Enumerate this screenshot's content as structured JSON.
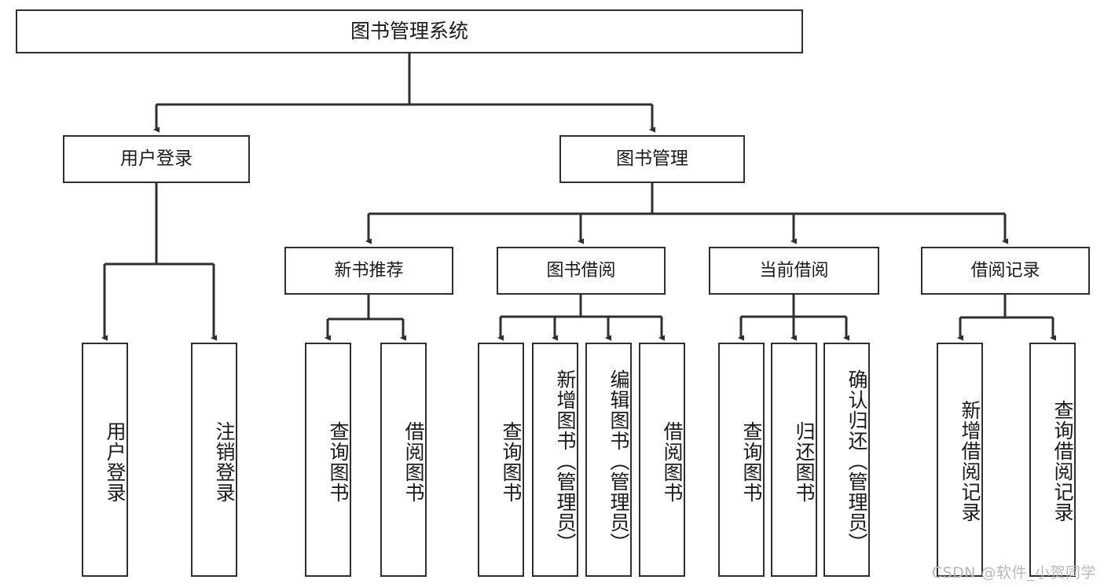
{
  "diagram": {
    "title": "图书管理系统",
    "type": "hierarchy-tree",
    "watermark": "CSDN @软件_小贺同学",
    "colors": {
      "stroke": "#2f2f2f",
      "text": "#1a1a1a",
      "background": "#ffffff",
      "watermark": "#b9b9b9"
    },
    "root": {
      "label": "图书管理系统"
    },
    "level1": [
      {
        "label": "用户登录"
      },
      {
        "label": "图书管理"
      }
    ],
    "level2": [
      {
        "label": "新书推荐"
      },
      {
        "label": "图书借阅"
      },
      {
        "label": "当前借阅"
      },
      {
        "label": "借阅记录"
      }
    ],
    "leaves": {
      "user_login": [
        {
          "label": "用户登录"
        },
        {
          "label": "注销登录"
        }
      ],
      "new_book_recommend": [
        {
          "label": "查询图书"
        },
        {
          "label": "借阅图书"
        }
      ],
      "book_borrow": [
        {
          "label": "查询图书"
        },
        {
          "label": "新增图书（管理员）"
        },
        {
          "label": "编辑图书（管理员）"
        },
        {
          "label": "借阅图书"
        }
      ],
      "current_borrow": [
        {
          "label": "查询图书"
        },
        {
          "label": "归还图书"
        },
        {
          "label": "确认归还（管理员）"
        }
      ],
      "borrow_record": [
        {
          "label": "新增借阅记录"
        },
        {
          "label": "查询借阅记录"
        }
      ]
    }
  }
}
